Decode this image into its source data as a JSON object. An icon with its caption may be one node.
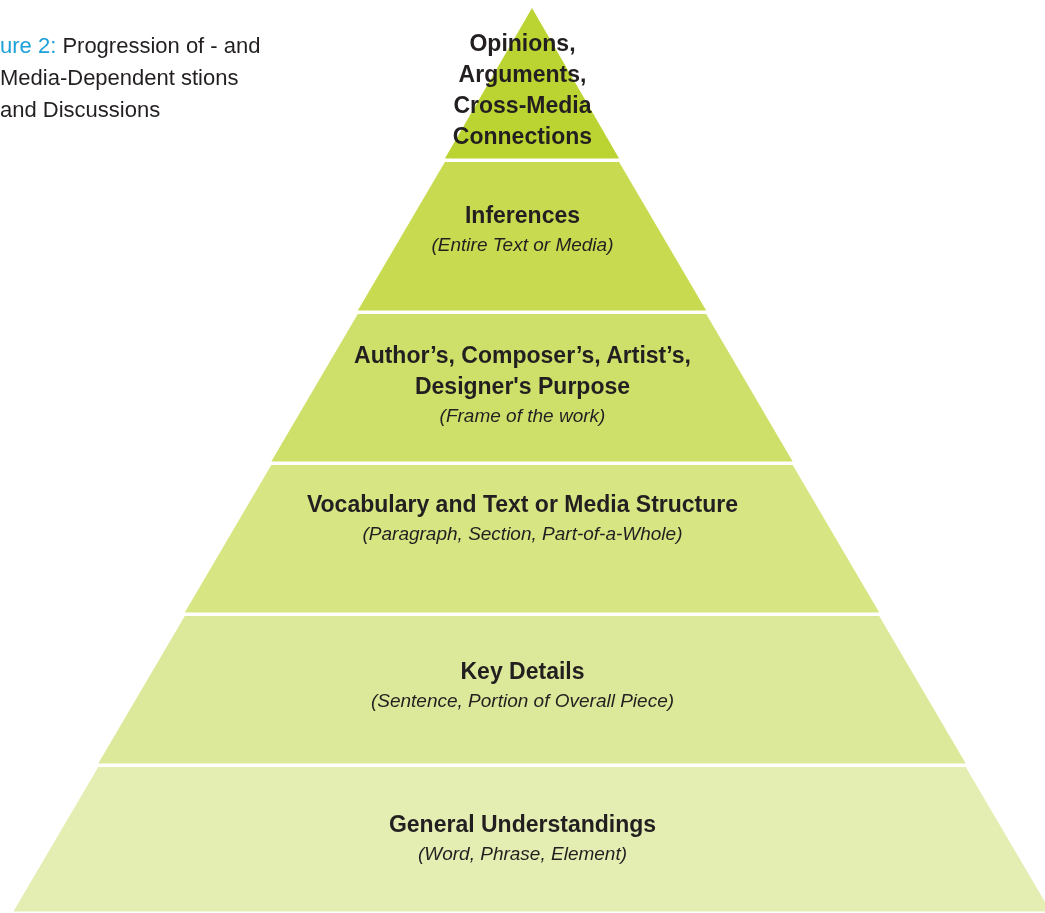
{
  "diagram": {
    "caption": "**ure 2:** Progression of - and Media-Dependent stions and Discussions",
    "nodes": [
      {
        "text": [
          "Opinions, Arguments, Cross-Media Connections"
        ]
      },
      {
        "text": [
          "Inferences",
          "(Entire Text or Media)"
        ]
      },
      {
        "text": [
          "Author’s, Composer’s, Artist’s, Designer's Purpose",
          "(Frame of the work)"
        ]
      },
      {
        "text": [
          "Vocabulary and Text or Media Structure",
          "(Paragraph, Section, Part-of-a-Whole)"
        ]
      },
      {
        "text": [
          "Key Details",
          "(Sentence, Portion of Overall Piece)"
        ]
      },
      {
        "text": [
          "General Understandings",
          "(Word, Phrase, Element)"
        ]
      }
    ]
  }
}
